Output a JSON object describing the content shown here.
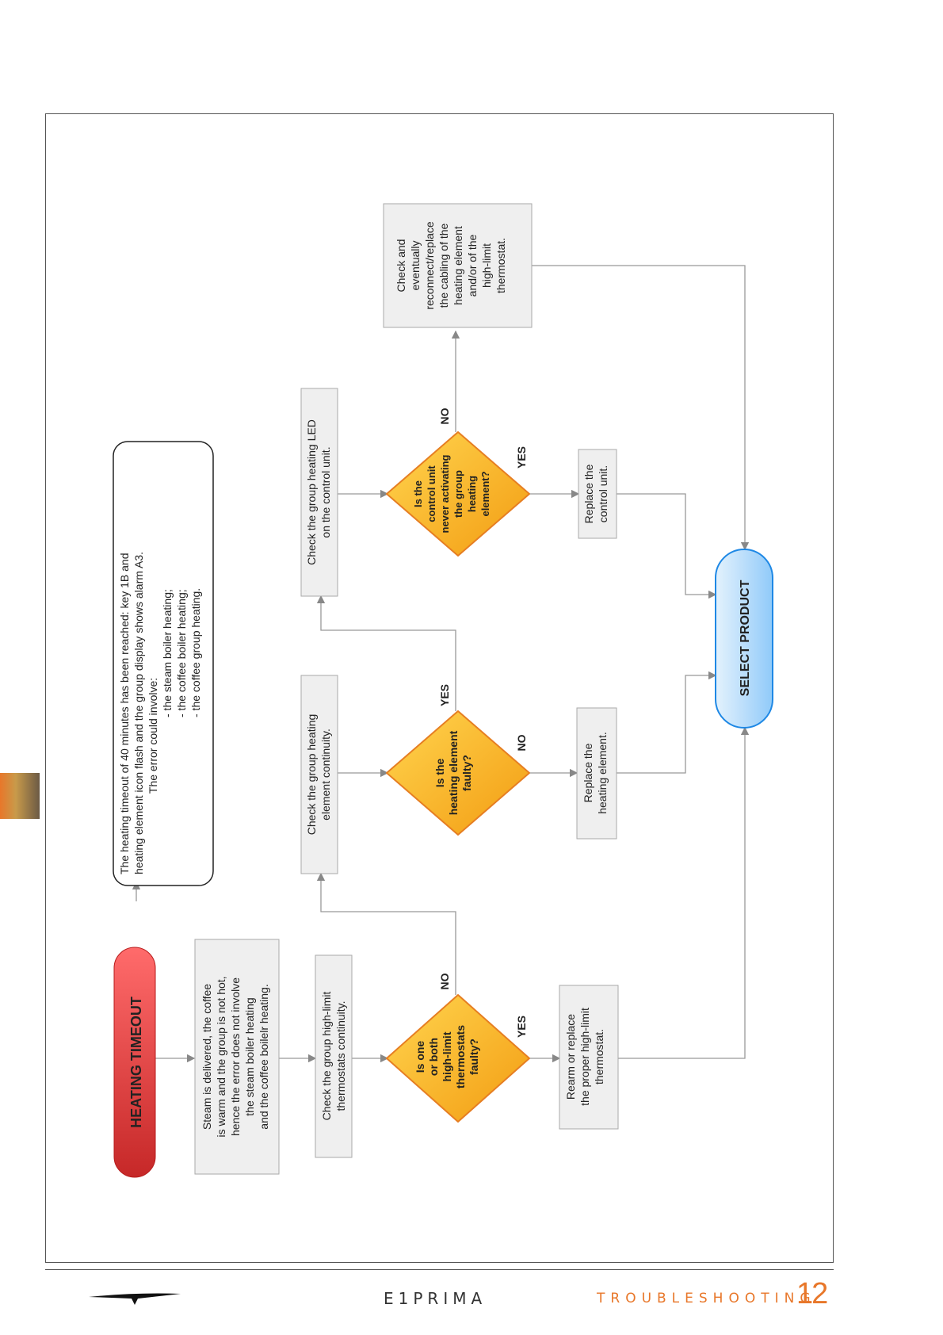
{
  "start": {
    "label": "HEATING TIMEOUT"
  },
  "note": {
    "lines": [
      "The heating timeout of 40 minutes has been reached: key 1B and",
      "heating element icon flash and the group display shows alarm A3.",
      "The error could involve:",
      "- the steam boiler heating;",
      "- the coffee boiler heating;",
      "- the coffee group heating."
    ]
  },
  "boxes": {
    "steam": [
      "Steam is delivered, the coffee",
      "is warm and the group is not hot,",
      "hence the error does not involve",
      "the steam boiler heating",
      "and the coffee boilelr heating."
    ],
    "check_highlimit": [
      "Check the group high-limit",
      "thermostats continuity."
    ],
    "check_element": [
      "Check the group heating",
      "element continuity."
    ],
    "check_led": [
      "Check the group heating LED",
      "on the control unit."
    ],
    "check_cabling": [
      "Check and",
      "eventually",
      "reconnect/replace",
      "the cabling of the",
      "heating element",
      "and/or of the",
      "high-limit",
      "thermostat."
    ],
    "rearm": [
      "Rearm or replace",
      "the proper high-limit",
      "thermostat."
    ],
    "replace_element": [
      "Replace the",
      "heating element."
    ],
    "replace_control": [
      "Replace the",
      "control unit."
    ]
  },
  "decisions": {
    "d1": [
      "Is one",
      "or both",
      "high-limit",
      "thermostats",
      "faulty?"
    ],
    "d2": [
      "Is the",
      "heating element",
      "faulty?"
    ],
    "d3": [
      "Is the",
      "control unit",
      "never activating",
      "the group",
      "heating",
      "element?"
    ]
  },
  "labels": {
    "yes": "YES",
    "no": "NO"
  },
  "end": {
    "label": "SELECT PRODUCT"
  },
  "footer": {
    "brand": "E1PRIMA",
    "section": "TROUBLESHOOTING",
    "page": "12"
  },
  "colors": {
    "start": "#e53935",
    "end": "#1e88e5",
    "diamond": "#f5a623",
    "tab": "#e8772a"
  }
}
